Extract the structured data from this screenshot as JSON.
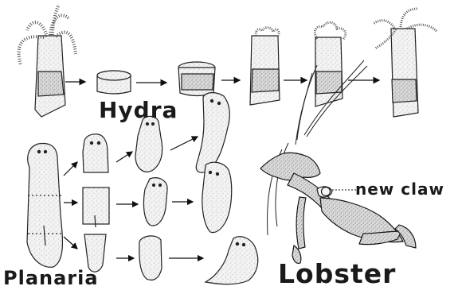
{
  "labels": {
    "hydra": "Hydra",
    "planaria": "Planaria",
    "lobster": "Lobster",
    "new_claw": "new claw"
  }
}
